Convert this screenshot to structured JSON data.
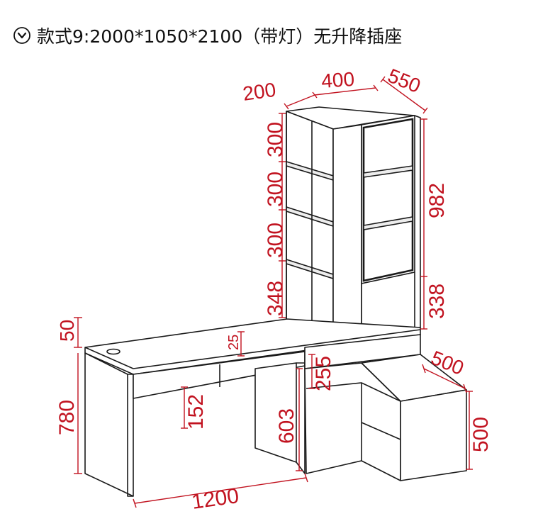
{
  "header": {
    "icon": "chevron-down-circle-icon",
    "title": "款式9:2000*1050*2100（带灯）无升降插座"
  },
  "dimensions": {
    "top_depth_200": "200",
    "top_width_400": "400",
    "top_depth_550": "550",
    "shelf_300_a": "300",
    "shelf_300_b": "300",
    "shelf_300_c": "300",
    "shelf_348": "348",
    "cabinet_982": "982",
    "lower_338": "338",
    "riser_50": "50",
    "step_25": "25",
    "drawer_255": "255",
    "side_500_depth": "500",
    "height_780": "780",
    "drawer_152": "152",
    "leg_603": "603",
    "side_500_height": "500",
    "width_1200": "1200"
  },
  "colors": {
    "dimension": "#c1121f",
    "outline": "#1a1a1a"
  }
}
